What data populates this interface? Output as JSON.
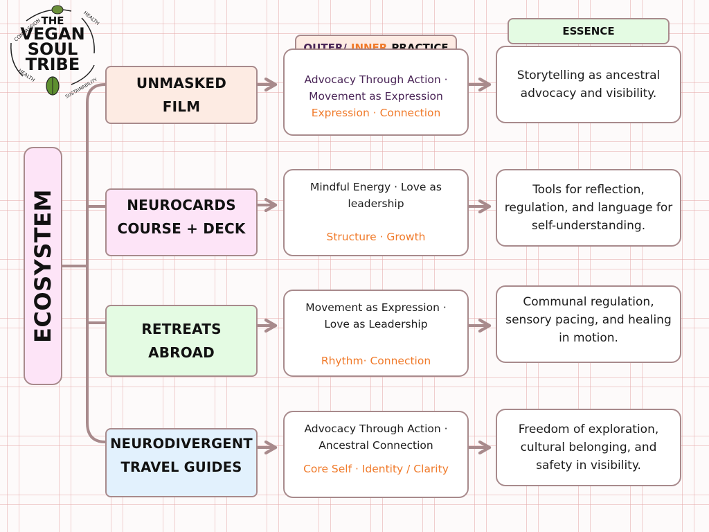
{
  "logo": {
    "line1": "THE",
    "line2": "VEGAN",
    "line3": "SOUL",
    "line4": "TRIBE",
    "ring_words": [
      "COMPASSION",
      "HEALTH",
      "HEALTH",
      "SUSTAINABILITY"
    ]
  },
  "root": {
    "label": "ECOSYSTEM",
    "color": "#fde4f7"
  },
  "headers": {
    "practice": {
      "outer": "OUTER/",
      "inner": "INNER",
      "rest": "PRACTICE"
    },
    "essence": "ESSENCE"
  },
  "colors": {
    "connector": "#a88a8c",
    "outer_text": "#4a2557",
    "inner_text": "#f07a2a"
  },
  "rows": [
    {
      "program": {
        "line1": "UNMASKED",
        "line2": "FILM",
        "color": "#fdebe3"
      },
      "practice": {
        "outer": "Advocacy Through Action · Movement as Expression",
        "inner": "Expression · Connection"
      },
      "essence": "Storytelling as ancestral advocacy and visibility."
    },
    {
      "program": {
        "line1": "NEUROCARDS",
        "line2": "COURSE + DECK",
        "color": "#fde4f7"
      },
      "practice": {
        "outer": "Mindful Energy · Love as leadership",
        "inner": "Structure · Growth"
      },
      "essence": "Tools for reflection, regulation, and language for self-understanding."
    },
    {
      "program": {
        "line1": "RETREATS",
        "line2": "ABROAD",
        "color": "#e4fbe3"
      },
      "practice": {
        "outer": "Movement as Expression · Love as Leadership",
        "inner": "Rhythm· Connection"
      },
      "essence": "Communal regulation, sensory pacing, and healing in motion."
    },
    {
      "program": {
        "line1": "NEURODIVERGENT",
        "line2": "TRAVEL GUIDES",
        "color": "#e2f1fd"
      },
      "practice": {
        "outer": "Advocacy Through Action · Ancestral Connection",
        "inner": "Core Self · Identity / Clarity"
      },
      "essence": "Freedom of exploration, cultural belonging, and safety in visibility."
    }
  ]
}
